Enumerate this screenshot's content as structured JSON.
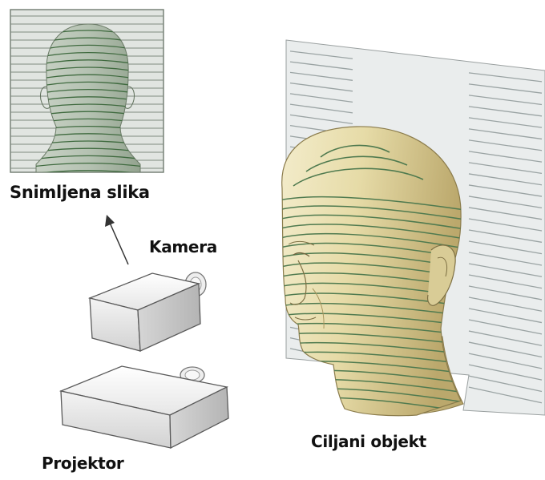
{
  "labels": {
    "captured_image": "Snimljena slika",
    "camera": "Kamera",
    "projector": "Projektor",
    "target_object": "Ciljani objekt"
  },
  "colors": {
    "stripe": "#4f7a4f",
    "panel_stripe": "#9aa3a3",
    "panel_bg": "#e9ecec",
    "head_light": "#f1ebc8",
    "head_mid": "#ddd19b",
    "head_dark": "#b8a56a",
    "thumb_bg": "#dfe3e0",
    "device_light": "#f7f7f7",
    "device_mid": "#dedede",
    "device_dark": "#bdbdbd"
  }
}
